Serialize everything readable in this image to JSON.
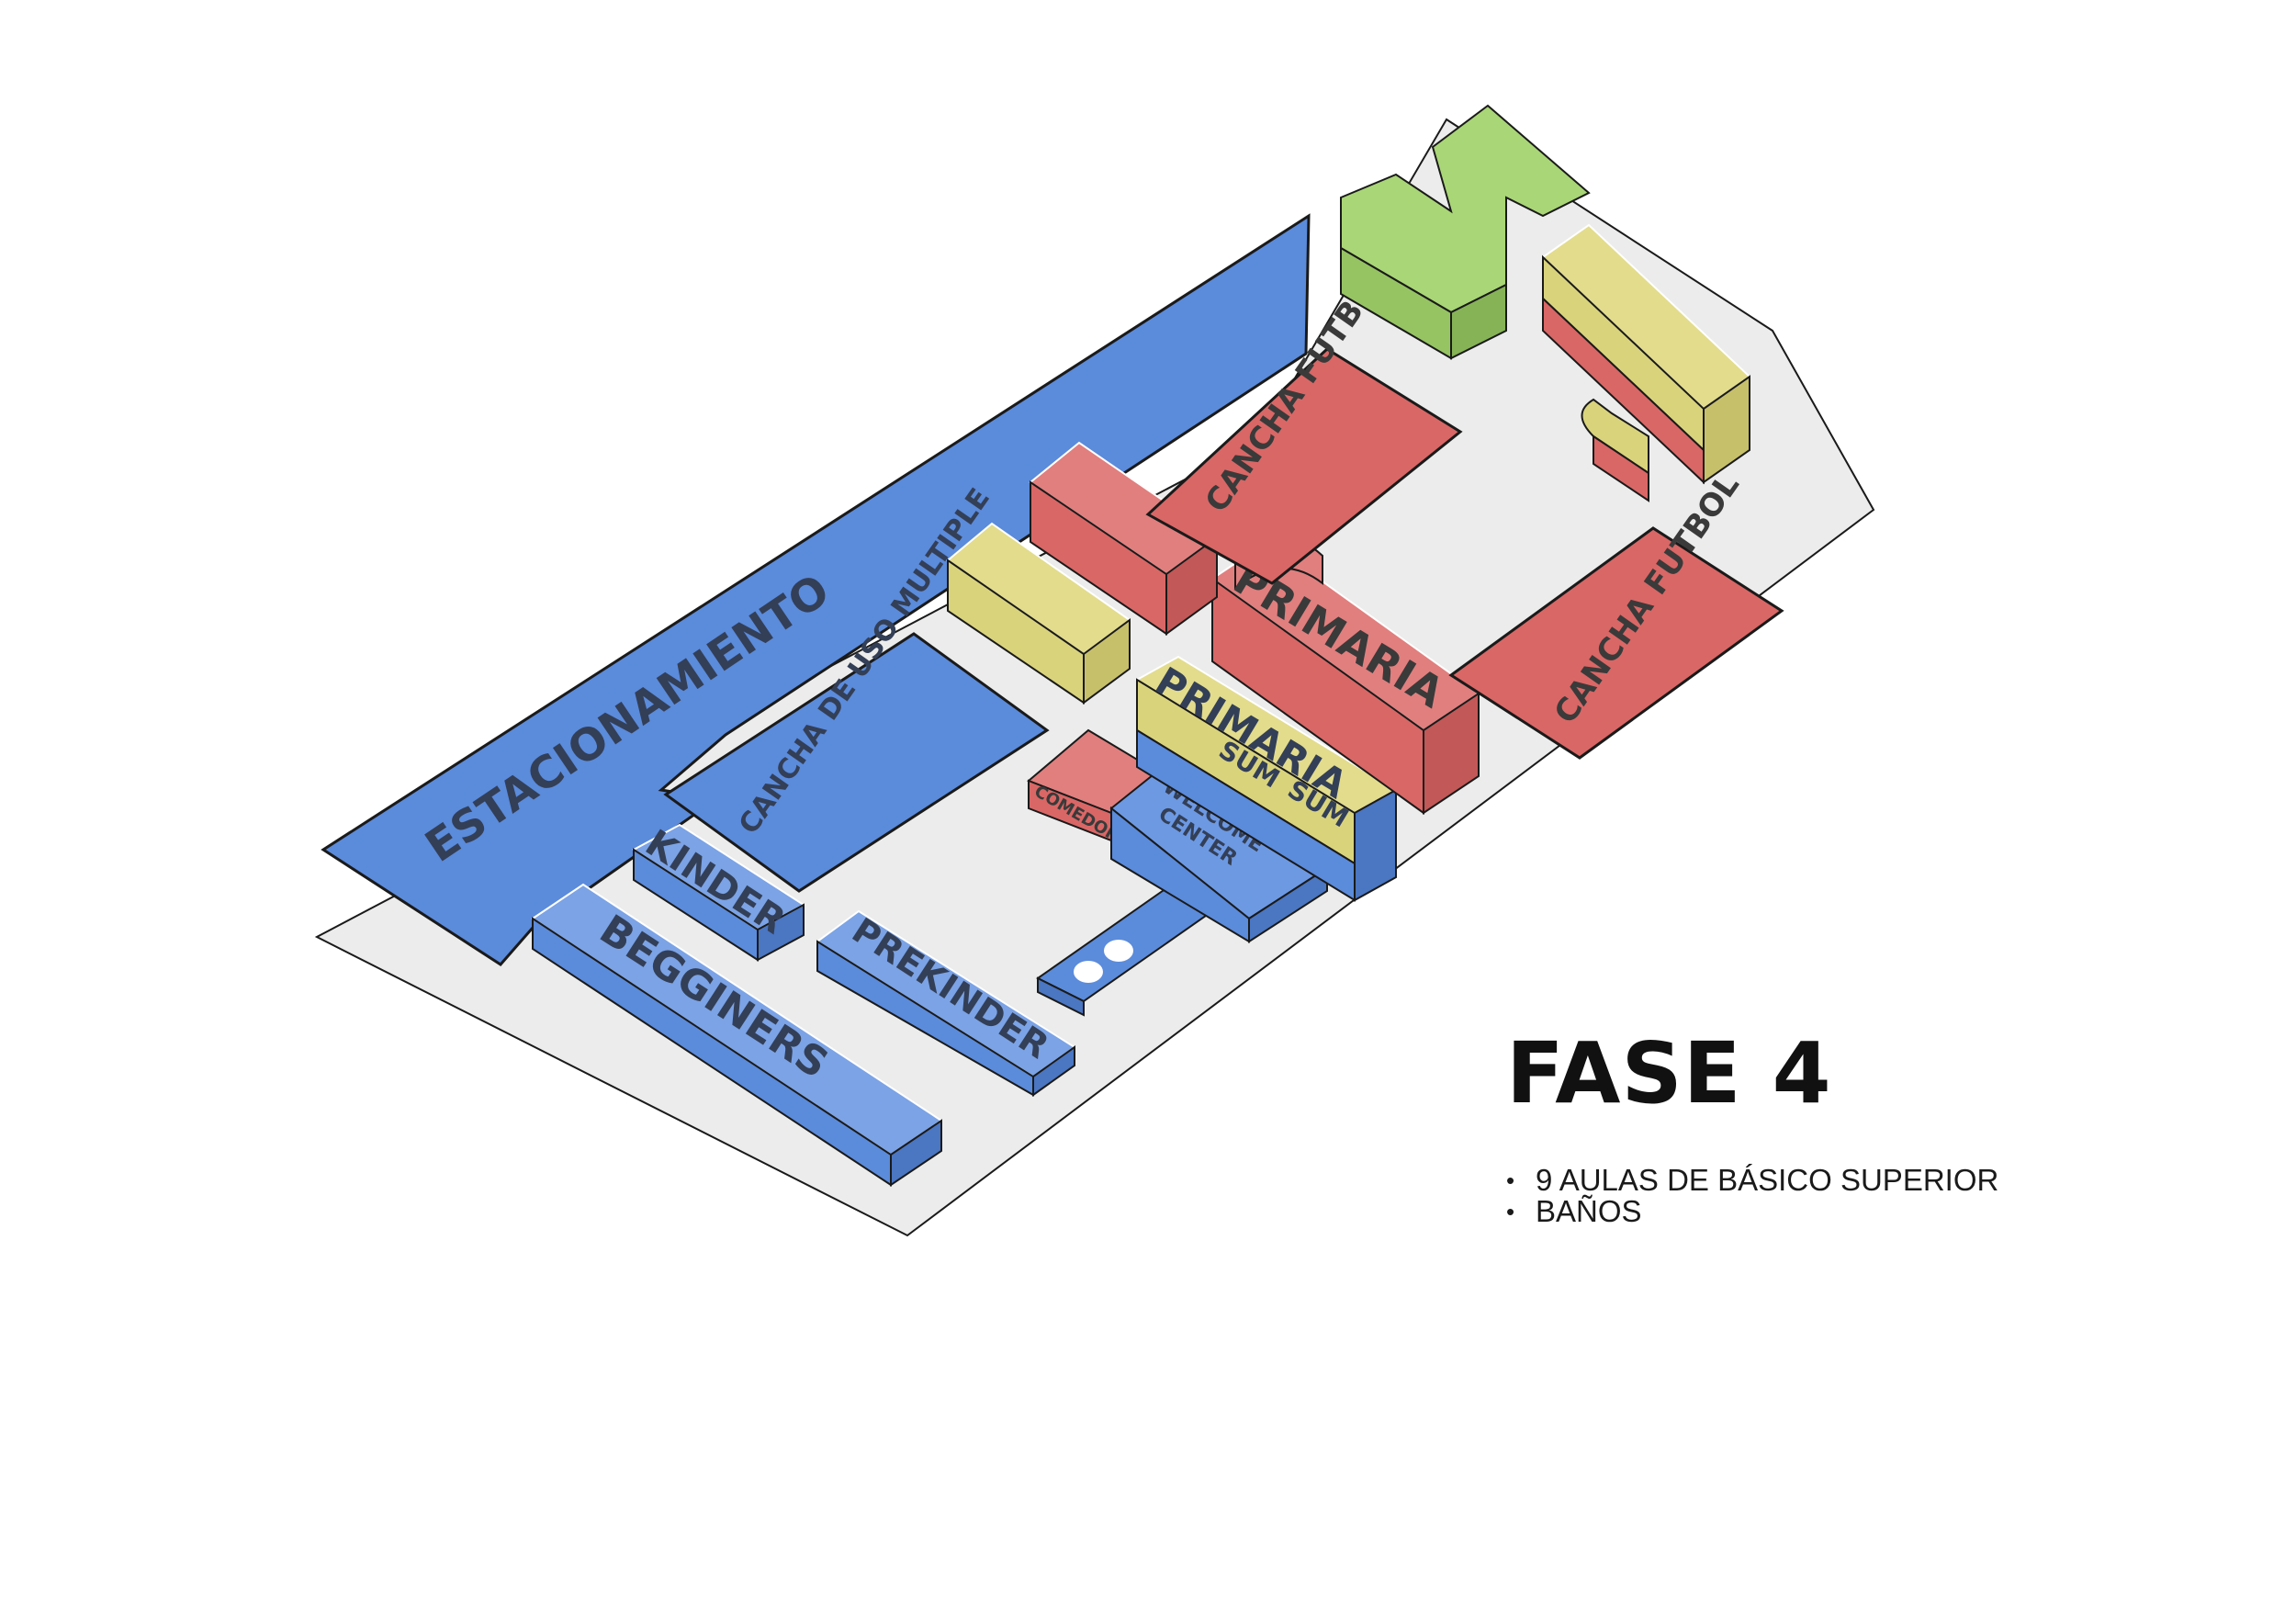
{
  "legend": {
    "title": "FASE 4",
    "items": [
      "9 AULAS DE BÁSICO SUPERIOR",
      "BAÑOS"
    ]
  },
  "labels": {
    "estacionamiento": "ESTACIONAMIENTO",
    "cancha_uso_multiple": "CANCHA DE USO MULTIPLE",
    "kinder": "KINDER",
    "begginers": "BEGGINERS",
    "prekinder": "PREKINDER",
    "cancha_futbol_1": "CANCHA FUTBOL",
    "cancha_futbol_2": "CANCHA FUTBOL",
    "primaria_1": "PRIMARIA",
    "primaria_2": "PRIMARIA",
    "sum_1": "SUM",
    "sum_2": "SUM",
    "comedor": "COMEDOR",
    "welcome_center_line1": "WELCOME",
    "welcome_center_line2": "CENTER"
  },
  "colors": {
    "blue": "#5b8bdb",
    "red": "#d96766",
    "yellow": "#d9d37c",
    "green": "#a9d676",
    "ground": "#ececec",
    "outline": "#1a1a1a"
  }
}
